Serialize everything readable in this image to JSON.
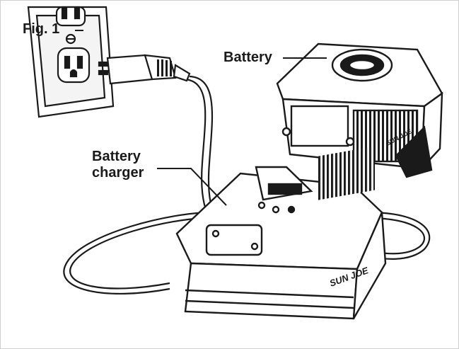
{
  "figure": {
    "label": "Fig. 1"
  },
  "callouts": {
    "battery": "Battery",
    "charger_line1": "Battery",
    "charger_line2": "charger"
  },
  "decals": {
    "charger_brand": "SUN JOE",
    "battery_brand": "SUN JOE"
  },
  "colors": {
    "ink": "#1a1a1a",
    "paper": "#ffffff",
    "shade": "#d9d9d9"
  }
}
